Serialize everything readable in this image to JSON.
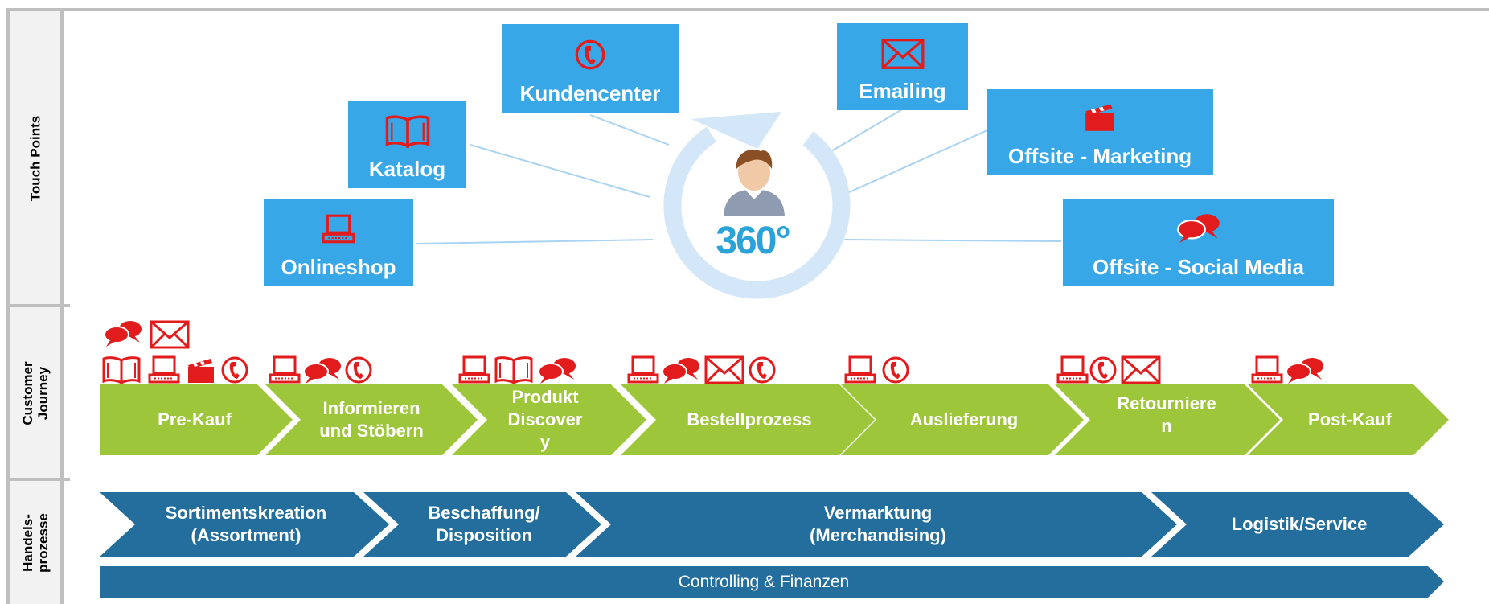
{
  "row_labels": {
    "touch_points": "Touch Points",
    "customer_journey": "Customer\nJourney",
    "handelsprozesse": "Handels-\nprozesse"
  },
  "touch_points": [
    {
      "id": "onlineshop",
      "label": "Onlineshop",
      "icon": "laptop-icon"
    },
    {
      "id": "katalog",
      "label": "Katalog",
      "icon": "book-icon"
    },
    {
      "id": "kundencenter",
      "label": "Kundencenter",
      "icon": "phone-icon"
    },
    {
      "id": "emailing",
      "label": "Emailing",
      "icon": "envelope-icon"
    },
    {
      "id": "offsite_marketing",
      "label": "Offsite - Marketing",
      "icon": "clapperboard-icon"
    },
    {
      "id": "offsite_social",
      "label": "Offsite - Social Media",
      "icon": "speech-bubbles-icon"
    }
  ],
  "center": {
    "label": "360°",
    "icon": "person-icon"
  },
  "journey": [
    {
      "label": "Pre-Kauf",
      "icons": [
        "speech-bubbles-icon",
        "envelope-icon",
        "book-icon",
        "laptop-icon",
        "clapperboard-icon",
        "phone-icon"
      ]
    },
    {
      "label": "Informieren und Stöbern",
      "icons": [
        "laptop-icon",
        "speech-bubbles-icon",
        "phone-icon"
      ]
    },
    {
      "label": "Produkt Discover y",
      "icons": [
        "laptop-icon",
        "book-icon",
        "speech-bubbles-icon"
      ]
    },
    {
      "label": "Bestellprozess",
      "icons": [
        "laptop-icon",
        "speech-bubbles-icon",
        "envelope-icon",
        "phone-icon"
      ]
    },
    {
      "label": "Auslieferung",
      "icons": [
        "laptop-icon",
        "phone-icon"
      ]
    },
    {
      "label": "Retourniere n",
      "icons": [
        "laptop-icon",
        "phone-icon",
        "envelope-icon"
      ]
    },
    {
      "label": "Post-Kauf",
      "icons": [
        "laptop-icon",
        "speech-bubbles-icon"
      ]
    }
  ],
  "processes": [
    {
      "label": "Sortimentskreation (Assortment)"
    },
    {
      "label": "Beschaffung/ Disposition"
    },
    {
      "label": "Vermarktung (Merchandising)"
    },
    {
      "label": "Logistik/Service"
    }
  ],
  "controlling": "Controlling & Finanzen",
  "colors": {
    "touch_box": "#38a7e8",
    "journey": "#9dc63b",
    "process": "#236e9c",
    "icon": "#e21c1c",
    "ring": "#d3e7f8"
  }
}
